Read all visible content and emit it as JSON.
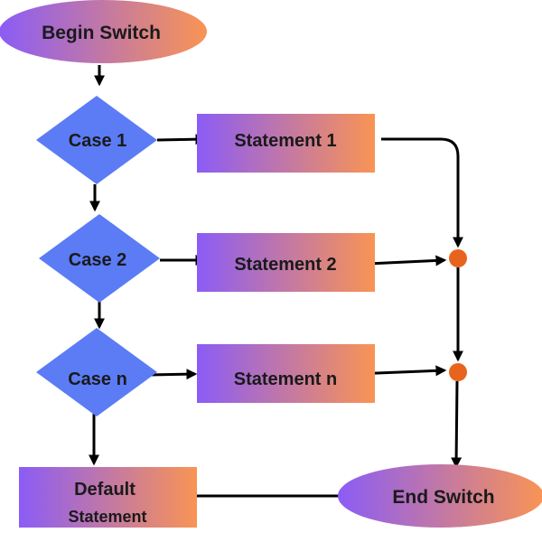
{
  "nodes": {
    "begin": {
      "label": "Begin Switch"
    },
    "case1": {
      "label": "Case 1"
    },
    "case2": {
      "label": "Case 2"
    },
    "casen": {
      "label": "Case n"
    },
    "statement1": {
      "label": "Statement 1"
    },
    "statement2": {
      "label": "Statement 2"
    },
    "statementn": {
      "label": "Statement n"
    },
    "default": {
      "line1": "Default",
      "line2": "Statement"
    },
    "end": {
      "label": "End Switch"
    }
  },
  "colors": {
    "gradient_start": "#8b5cf6",
    "gradient_end": "#f99454",
    "diamond": "#5b7cf5",
    "junction": "#e8641e",
    "arrow": "#000000",
    "text": "#1a1a1a"
  }
}
